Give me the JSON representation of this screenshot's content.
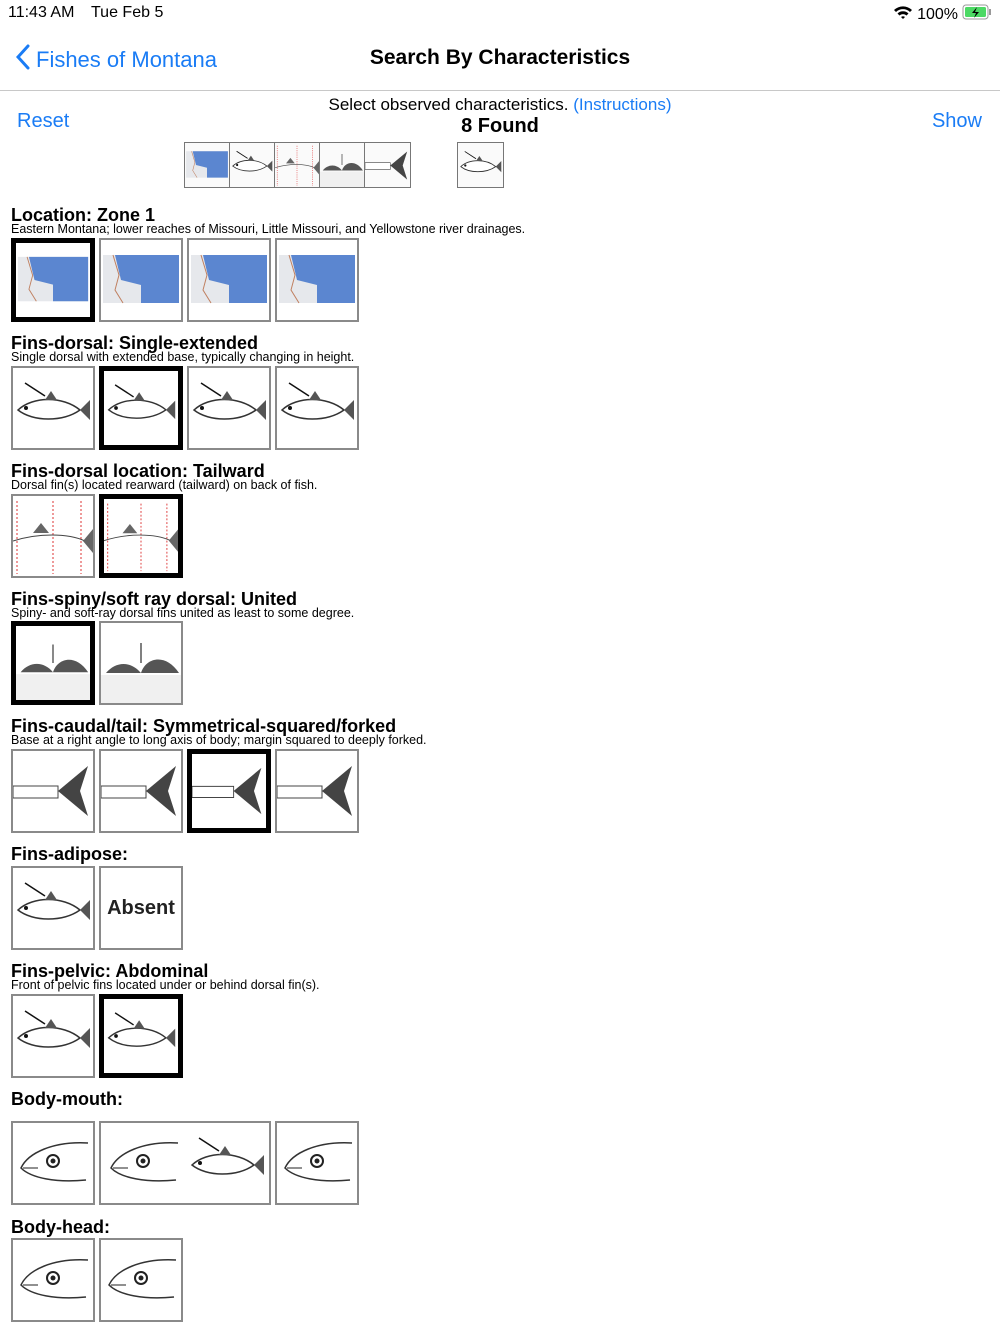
{
  "status": {
    "time": "11:43 AM",
    "date": "Tue Feb 5",
    "battery": "100%"
  },
  "nav": {
    "back_label": "Fishes of Montana",
    "title": "Search By Characteristics"
  },
  "toolbar": {
    "reset": "Reset",
    "show": "Show",
    "instruction_text": "Select observed characteristics.",
    "instructions_link": "(Instructions)",
    "found": "8 Found"
  },
  "colors": {
    "accent": "#1a7cf5",
    "map_fill": "#5b86d0"
  },
  "sections": [
    {
      "title": "Location: Zone 1",
      "desc": "Eastern Montana; lower reaches of Missouri, Little Missouri, and Yellowstone river drainages.",
      "tiles": [
        {
          "kind": "map",
          "selected": true
        },
        {
          "kind": "map"
        },
        {
          "kind": "map"
        },
        {
          "kind": "map"
        }
      ]
    },
    {
      "title": "Fins-dorsal: Single-extended",
      "desc": "Single dorsal with extended base, typically changing in height.",
      "tiles": [
        {
          "kind": "fish"
        },
        {
          "kind": "fish",
          "selected": true
        },
        {
          "kind": "fish"
        },
        {
          "kind": "fish"
        }
      ]
    },
    {
      "title": "Fins-dorsal location: Tailward",
      "desc": "Dorsal fin(s) located rearward (tailward) on back of fish.",
      "tiles": [
        {
          "kind": "loc"
        },
        {
          "kind": "loc",
          "selected": true
        }
      ]
    },
    {
      "title": "Fins-spiny/soft ray dorsal: United",
      "desc": "Spiny- and soft-ray dorsal fins united as least to some degree.",
      "tiles": [
        {
          "kind": "fin",
          "selected": true
        },
        {
          "kind": "fin"
        }
      ]
    },
    {
      "title": "Fins-caudal/tail: Symmetrical-squared/forked",
      "desc": "Base at a right angle to long axis of body; margin squared to deeply forked.",
      "tiles": [
        {
          "kind": "tail"
        },
        {
          "kind": "tail"
        },
        {
          "kind": "tail",
          "selected": true
        },
        {
          "kind": "tail"
        }
      ]
    },
    {
      "title": "Fins-adipose:",
      "desc": "",
      "tiles": [
        {
          "kind": "fish"
        },
        {
          "kind": "text",
          "label": "Absent"
        }
      ]
    },
    {
      "title": "Fins-pelvic: Abdominal",
      "desc": "Front of pelvic fins located under or behind dorsal fin(s).",
      "tiles": [
        {
          "kind": "fish"
        },
        {
          "kind": "fish",
          "selected": true
        }
      ]
    },
    {
      "title": "Body-mouth:",
      "desc": "",
      "tiles": [
        {
          "kind": "head"
        },
        {
          "kind": "head",
          "wide": true
        },
        {
          "kind": "head"
        }
      ]
    },
    {
      "title": "Body-head:",
      "desc": "",
      "tiles": [
        {
          "kind": "head"
        },
        {
          "kind": "head"
        }
      ]
    }
  ]
}
